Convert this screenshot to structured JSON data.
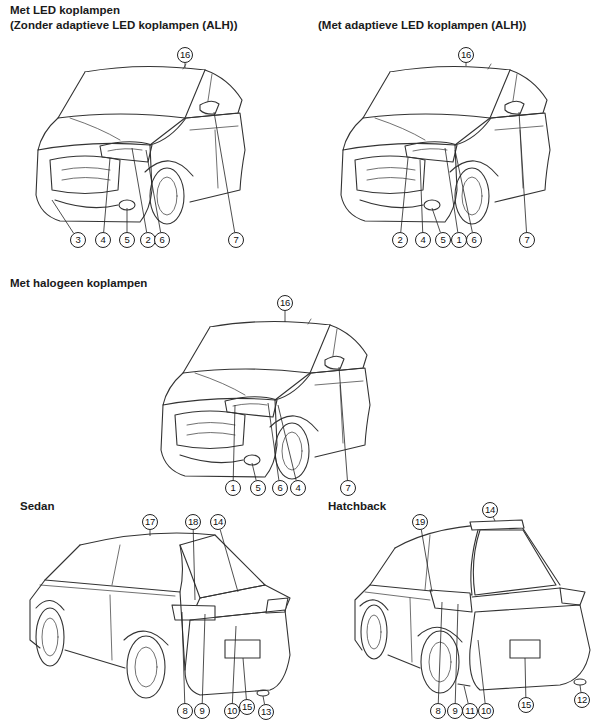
{
  "diagram": {
    "labels": [
      "Met LED koplampen",
      "(Zonder adaptieve LED koplampen (ALH))",
      "(Met adaptieve LED koplampen (ALH))",
      "16",
      "3",
      "4",
      "5",
      "2",
      "6",
      "7",
      "16",
      "2",
      "4",
      "5",
      "1",
      "6",
      "7",
      "Met halogeen koplampen",
      "16",
      "1",
      "5",
      "6",
      "4",
      "7",
      "Sedan",
      "Hatchback",
      "17",
      "18",
      "14",
      "19",
      "14",
      "8",
      "9",
      "10",
      "15",
      "13",
      "8",
      "9",
      "11",
      "10",
      "15",
      "12"
    ]
  }
}
